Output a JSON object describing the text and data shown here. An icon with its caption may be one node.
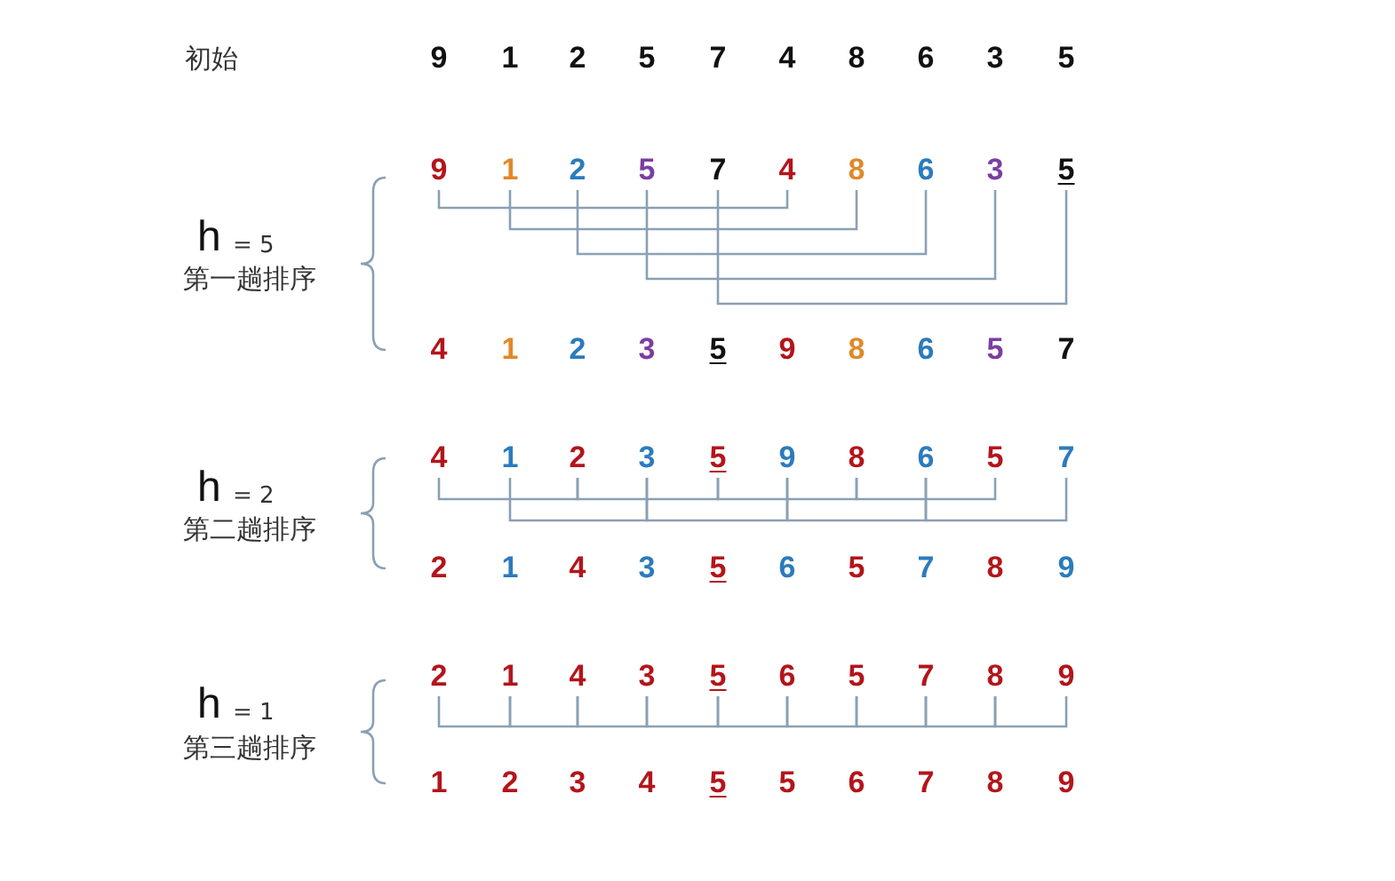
{
  "diagram": {
    "nodes": [
      {
        "text": [
          "9"
        ]
      },
      {
        "text": [
          "1"
        ]
      },
      {
        "text": [
          "2"
        ]
      },
      {
        "text": [
          "5"
        ]
      },
      {
        "text": [
          "7"
        ]
      },
      {
        "text": [
          "4"
        ]
      },
      {
        "text": [
          "8"
        ]
      },
      {
        "text": [
          "6"
        ]
      },
      {
        "text": [
          "3"
        ]
      },
      {
        "text": [
          "5"
        ]
      },
      {
        "text": [
          "9"
        ]
      },
      {
        "text": [
          "1"
        ]
      },
      {
        "text": [
          "2"
        ]
      },
      {
        "text": [
          "5"
        ]
      },
      {
        "text": [
          "7"
        ]
      },
      {
        "text": [
          "4"
        ]
      },
      {
        "text": [
          "8"
        ]
      },
      {
        "text": [
          "6"
        ]
      },
      {
        "text": [
          "3"
        ]
      },
      {
        "text": [
          "5"
        ]
      },
      {
        "text": [
          "4"
        ]
      },
      {
        "text": [
          "1"
        ]
      },
      {
        "text": [
          "2"
        ]
      },
      {
        "text": [
          "3"
        ]
      },
      {
        "text": [
          "5"
        ]
      },
      {
        "text": [
          "9"
        ]
      },
      {
        "text": [
          "8"
        ]
      },
      {
        "text": [
          "6"
        ]
      },
      {
        "text": [
          "5"
        ]
      },
      {
        "text": [
          "7"
        ]
      },
      {
        "text": [
          "4"
        ]
      },
      {
        "text": [
          "1"
        ]
      },
      {
        "text": [
          "2"
        ]
      },
      {
        "text": [
          "3"
        ]
      },
      {
        "text": [
          "5"
        ]
      },
      {
        "text": [
          "9"
        ]
      },
      {
        "text": [
          "8"
        ]
      },
      {
        "text": [
          "6"
        ]
      },
      {
        "text": [
          "5"
        ]
      },
      {
        "text": [
          "7"
        ]
      },
      {
        "text": [
          "2"
        ]
      },
      {
        "text": [
          "1"
        ]
      },
      {
        "text": [
          "4"
        ]
      },
      {
        "text": [
          "3"
        ]
      },
      {
        "text": [
          "5"
        ]
      },
      {
        "text": [
          "6"
        ]
      },
      {
        "text": [
          "5"
        ]
      },
      {
        "text": [
          "7"
        ]
      },
      {
        "text": [
          "8"
        ]
      },
      {
        "text": [
          "9"
        ]
      },
      {
        "text": [
          "2"
        ]
      },
      {
        "text": [
          "1"
        ]
      },
      {
        "text": [
          "4"
        ]
      },
      {
        "text": [
          "3"
        ]
      },
      {
        "text": [
          "5"
        ]
      },
      {
        "text": [
          "6"
        ]
      },
      {
        "text": [
          "5"
        ]
      },
      {
        "text": [
          "7"
        ]
      },
      {
        "text": [
          "8"
        ]
      },
      {
        "text": [
          "9"
        ]
      },
      {
        "text": [
          "1"
        ]
      },
      {
        "text": [
          "2"
        ]
      },
      {
        "text": [
          "3"
        ]
      },
      {
        "text": [
          "4"
        ]
      },
      {
        "text": [
          "5"
        ]
      },
      {
        "text": [
          "5"
        ]
      },
      {
        "text": [
          "6"
        ]
      },
      {
        "text": [
          "7"
        ]
      },
      {
        "text": [
          "8"
        ]
      },
      {
        "text": [
          "9"
        ]
      }
    ],
    "edges": [
      {
        "from": 10,
        "to": 15,
        "arrow": "none"
      },
      {
        "from": 11,
        "to": 16,
        "arrow": "none"
      },
      {
        "from": 12,
        "to": 17,
        "arrow": "none"
      },
      {
        "from": 13,
        "to": 18,
        "arrow": "none"
      },
      {
        "from": 14,
        "to": 19,
        "arrow": "none"
      },
      {
        "from": 30,
        "to": 32,
        "arrow": "none"
      },
      {
        "from": 32,
        "to": 34,
        "arrow": "none"
      },
      {
        "from": 34,
        "to": 36,
        "arrow": "none"
      },
      {
        "from": 36,
        "to": 38,
        "arrow": "none"
      },
      {
        "from": 31,
        "to": 33,
        "arrow": "none"
      },
      {
        "from": 33,
        "to": 35,
        "arrow": "none"
      },
      {
        "from": 35,
        "to": 37,
        "arrow": "none"
      },
      {
        "from": 37,
        "to": 39,
        "arrow": "none"
      },
      {
        "from": 50,
        "to": 51,
        "arrow": "none"
      },
      {
        "from": 51,
        "to": 52,
        "arrow": "none"
      },
      {
        "from": 52,
        "to": 53,
        "arrow": "none"
      },
      {
        "from": 53,
        "to": 54,
        "arrow": "none"
      },
      {
        "from": 54,
        "to": 55,
        "arrow": "none"
      },
      {
        "from": 55,
        "to": 56,
        "arrow": "none"
      },
      {
        "from": 56,
        "to": 57,
        "arrow": "none"
      },
      {
        "from": 57,
        "to": 58,
        "arrow": "none"
      },
      {
        "from": 58,
        "to": 59,
        "arrow": "none"
      }
    ],
    "labels": [
      "初始",
      "h",
      "= 5",
      "第一趟排序",
      "h",
      "= 2",
      "第二趟排序",
      "h",
      "= 1",
      "第三趟排序"
    ]
  }
}
